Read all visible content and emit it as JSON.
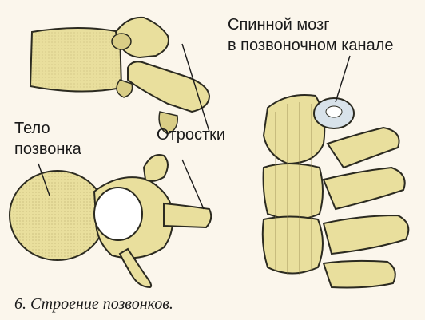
{
  "figure": {
    "labels": {
      "spinal_cord_line1": "Спинной мозг",
      "spinal_cord_line2": "в позвоночном канале",
      "body_line1": "Тело",
      "body_line2": "позвонка",
      "processes": "Отростки"
    },
    "caption": "6. Строение позвонков."
  },
  "colors": {
    "bone": "#e9df9d",
    "bone_shadow": "#b9ad6c",
    "outline": "#2b2a20",
    "cord": "#d8e2ea",
    "background": "#fbf6ec"
  }
}
